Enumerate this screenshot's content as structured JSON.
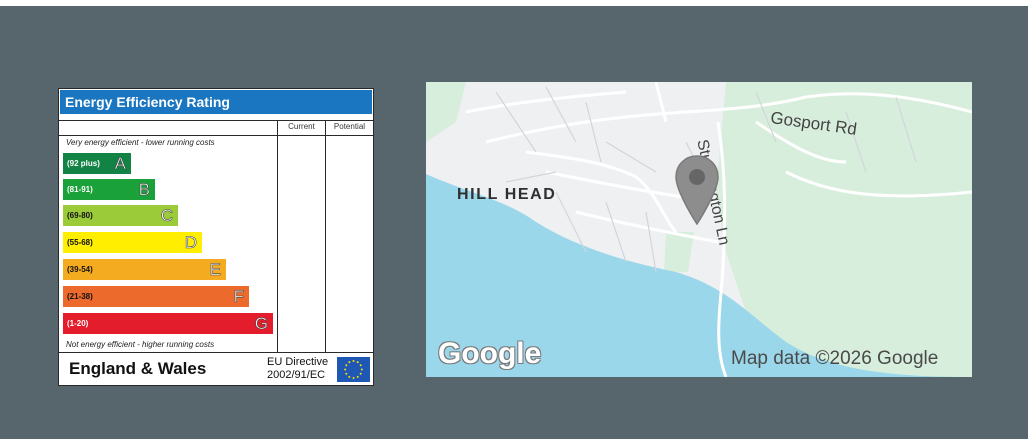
{
  "epc": {
    "title": "Energy Efficiency Rating",
    "col_current": "Current",
    "col_potential": "Potential",
    "note_top": "Very energy efficient - lower running costs",
    "note_bottom": "Not energy efficient - higher running costs",
    "bands": [
      {
        "range": "(92 plus)",
        "letter": "A",
        "color": "#128245"
      },
      {
        "range": "(81-91)",
        "letter": "B",
        "color": "#1aa13a"
      },
      {
        "range": "(69-80)",
        "letter": "C",
        "color": "#9ccb3a"
      },
      {
        "range": "(55-68)",
        "letter": "D",
        "color": "#ffee00"
      },
      {
        "range": "(39-54)",
        "letter": "E",
        "color": "#f5ab1f"
      },
      {
        "range": "(21-38)",
        "letter": "F",
        "color": "#ec6a2b"
      },
      {
        "range": "(1-20)",
        "letter": "G",
        "color": "#e31d2b"
      }
    ],
    "region": "England & Wales",
    "directive_line1": "EU Directive",
    "directive_line2": "2002/91/EC",
    "flag_icon": "eu-flag-icon"
  },
  "map": {
    "place_label": "HILL HEAD",
    "road_gosport": "Gosport Rd",
    "road_stubbington": "Stubbington Ln",
    "logo": "Google",
    "attribution": "Map data ©2026 Google",
    "pin_icon": "location-pin-icon",
    "water_color": "#9bd7ea",
    "park_color": "#d7eedc"
  }
}
